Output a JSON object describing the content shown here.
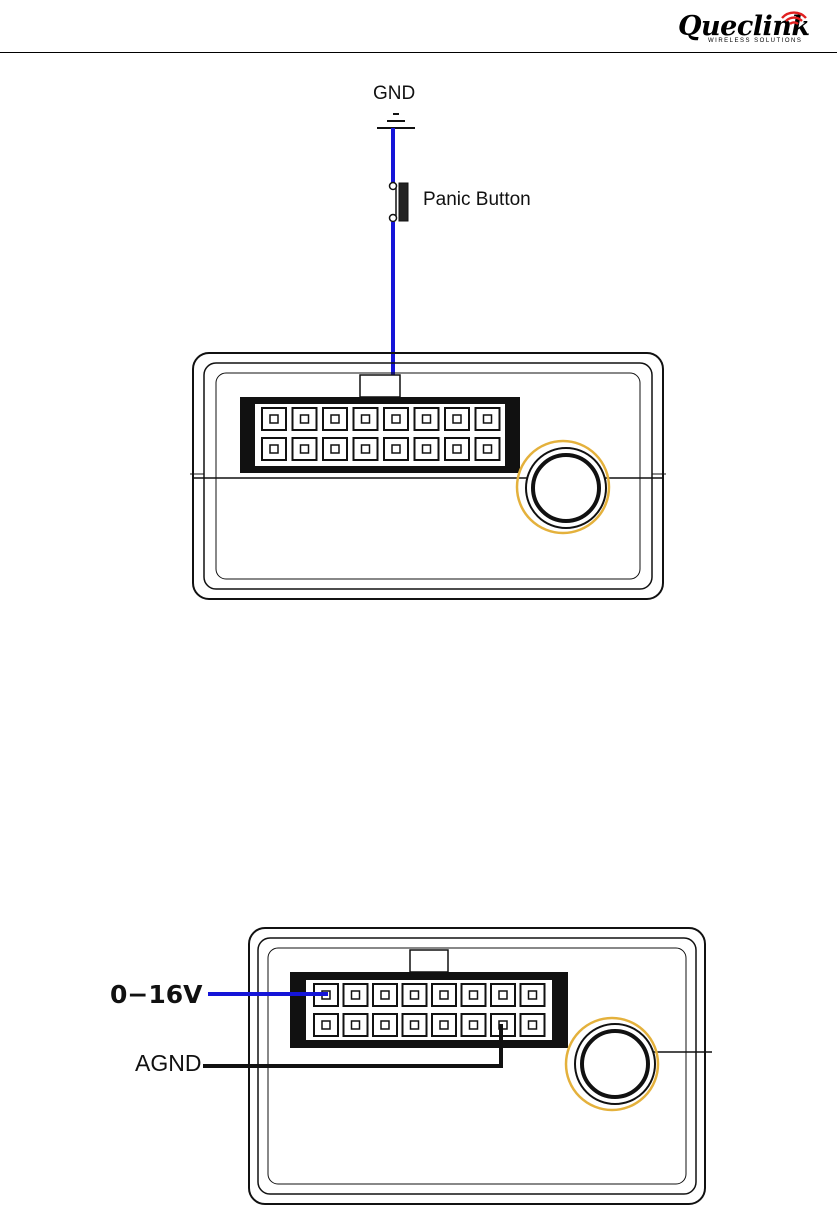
{
  "header": {
    "logo_text": "Queclink",
    "logo_subtext": "WIRELESS SOLUTIONS"
  },
  "figure1": {
    "ground_label": "GND",
    "switch_label": "Panic Button"
  },
  "figure2": {
    "input_label": "0−16V",
    "ground_label": "AGND"
  },
  "colors": {
    "wire_blue": "#1515d8",
    "wire_black": "#111111",
    "button_ring": "#e4b13c",
    "logo_red": "#e02020"
  }
}
